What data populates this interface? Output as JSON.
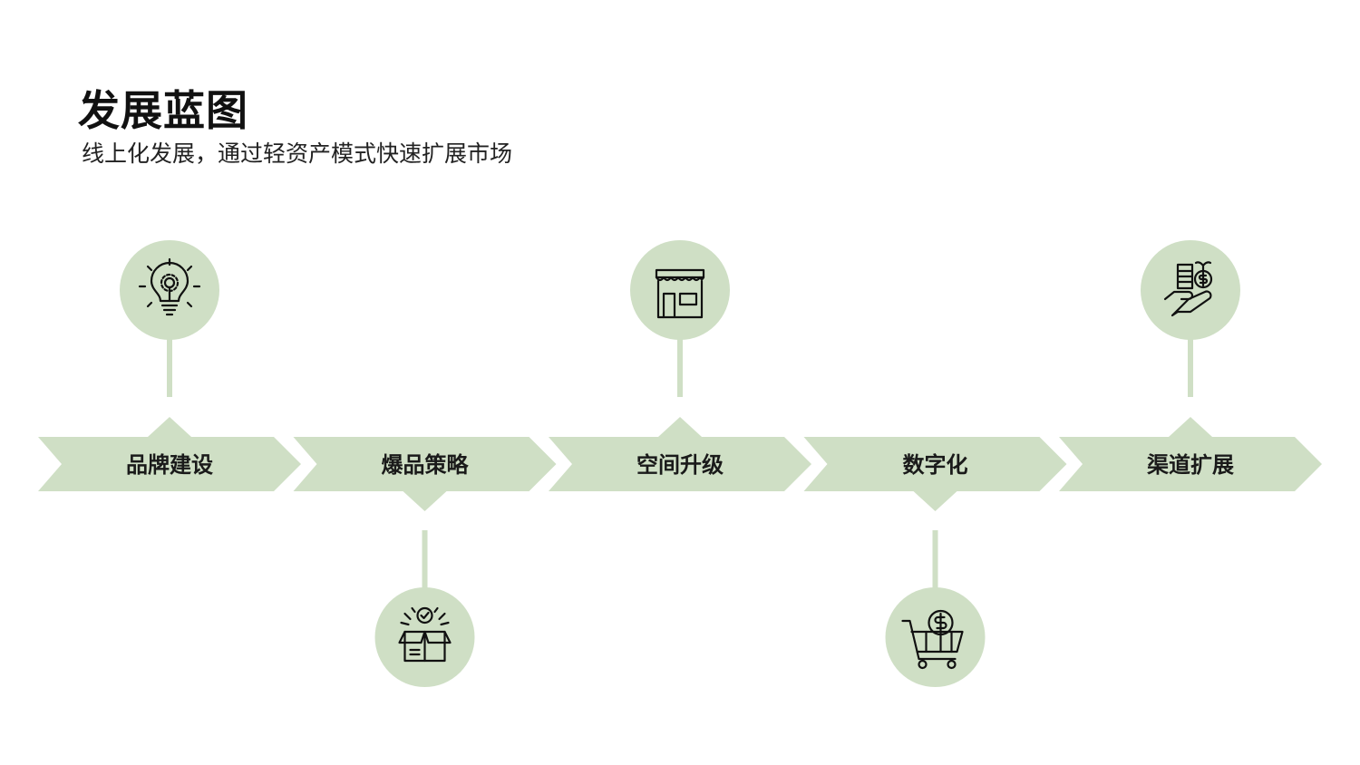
{
  "header": {
    "title": "发展蓝图",
    "subtitle": "线上化发展，通过轻资产模式快速扩展市场"
  },
  "colors": {
    "accent": "#cfdfc5",
    "text": "#1a1a1a"
  },
  "steps": [
    {
      "label": "品牌建设",
      "icon": "lightbulb-gear-icon",
      "position": "top"
    },
    {
      "label": "爆品策略",
      "icon": "open-box-check-icon",
      "position": "bottom"
    },
    {
      "label": "空间升级",
      "icon": "storefront-icon",
      "position": "top"
    },
    {
      "label": "数字化",
      "icon": "shopping-cart-dollar-icon",
      "position": "bottom"
    },
    {
      "label": "渠道扩展",
      "icon": "hand-coins-icon",
      "position": "top"
    }
  ]
}
